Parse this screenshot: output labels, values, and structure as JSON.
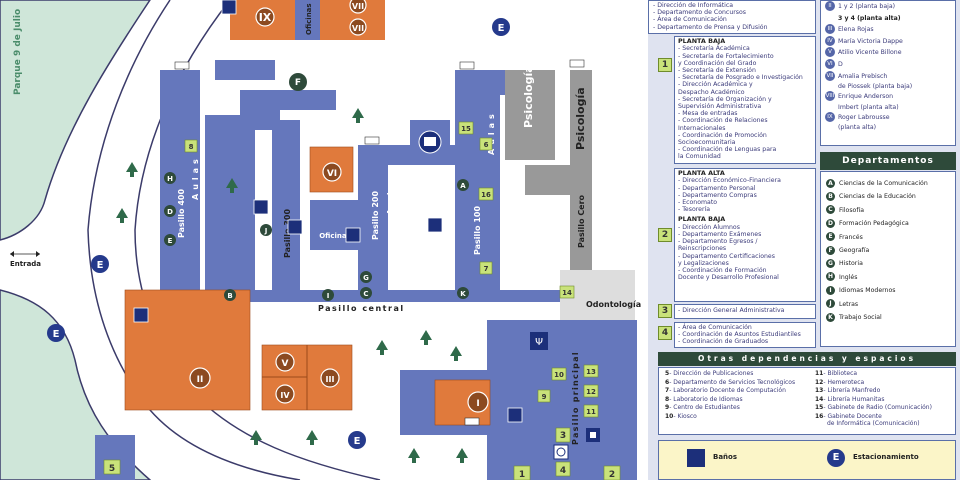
{
  "map": {
    "park_label": "Parque 9 de Julio",
    "entrance_label": "Entrada",
    "corridors": {
      "central": "Pasillo central",
      "principal": "Pasillo principal",
      "p400": "Pasillo 400",
      "p300": "Pasillo 300",
      "p200": "Pasillo 200",
      "p100": "Pasillo 100",
      "cero": "Pasillo Cero"
    },
    "aulas_label": "Aulas",
    "buildings": {
      "oficinas": "Oficinas",
      "psicologia": "Psicología",
      "odontologia": "Odontología"
    },
    "parking_letter": "E",
    "wings": [
      "I",
      "II",
      "III",
      "IV",
      "V",
      "VI",
      "VII",
      "IX"
    ],
    "pasillo_letters": [
      "A",
      "B",
      "C",
      "D",
      "E",
      "F",
      "G",
      "H",
      "I",
      "J",
      "K"
    ],
    "numbers": [
      "1",
      "2",
      "3",
      "4",
      "5",
      "6",
      "7",
      "8",
      "9",
      "10",
      "11",
      "12",
      "13",
      "14",
      "15",
      "16"
    ]
  },
  "sidebar": {
    "top_box": {
      "lines": [
        "- Dirección de Informática",
        "- Departamento de Concursos",
        "- Área de Comunicación",
        "- Departamento de Prensa y Difusión"
      ]
    },
    "box1": {
      "number": "1",
      "header": "PLANTA BAJA",
      "lines": [
        "- Secretaría Académica",
        "- Secretaría de Fortalecimiento",
        "y Coordinación del Grado",
        "- Secretaría de Extensión",
        "- Secretaría de Posgrado e Investigación",
        "- Dirección Académica y",
        "Despacho Académico",
        "- Secretaría de Organización y",
        "Supervisión Administrativa",
        "- Mesa de entradas",
        "- Coordinación de Relaciones",
        "Internacionales",
        "- Coordinación de Promoción",
        "Socioecomunitaria",
        "- Coordinación de Lenguas para",
        "la Comunidad"
      ]
    },
    "box2": {
      "number": "2",
      "header_alta": "PLANTA ALTA",
      "alta": [
        "- Dirección Económico-Financiera",
        "- Departamento Personal",
        "- Departamento Compras",
        "- Economato",
        "- Tesorería"
      ],
      "header_baja": "PLANTA BAJA",
      "baja": [
        "- Dirección Alumnos",
        "- Departamento Exámenes",
        "- Departamento Egresos /",
        "Reinscripciones",
        "- Departamento Certificaciones",
        "y Legalizaciones",
        "- Coordinación de Formación",
        "Docente y Desarrollo Profesional"
      ]
    },
    "box3": {
      "number": "3",
      "line": "- Dirección General Administrativa"
    },
    "box4": {
      "number": "4",
      "lines": [
        "- Área de Comunicación",
        "- Coordinación de Asuntos Estudiantiles",
        "- Coordinación de Graduados"
      ]
    },
    "wings_list": [
      {
        "num": "II",
        "name": "1 y 2 (planta baja)"
      },
      {
        "num": "",
        "name": "3 y 4 (planta alta)"
      },
      {
        "num": "III",
        "name": "Elena Rojas"
      },
      {
        "num": "IV",
        "name": "María Victoria Dappe"
      },
      {
        "num": "V",
        "name": "Atilio Vicente Billone"
      },
      {
        "num": "VI",
        "name": "D"
      },
      {
        "num": "VII",
        "name": "Amalia Prebisch"
      },
      {
        "num": "",
        "name": "de Piossek (planta baja)"
      },
      {
        "num": "VIII",
        "name": "Enrique Anderson"
      },
      {
        "num": "",
        "name": "Imbert (planta alta)"
      },
      {
        "num": "IX",
        "name": "Roger Labrousse"
      },
      {
        "num": "",
        "name": "(planta alta)"
      }
    ],
    "departamentos_title": "Departamentos",
    "departamentos": [
      {
        "letter": "A",
        "name": "Ciencias de la Comunicación"
      },
      {
        "letter": "B",
        "name": "Ciencias de la Educación"
      },
      {
        "letter": "C",
        "name": "Filosofía"
      },
      {
        "letter": "D",
        "name": "Formación Pedagógica"
      },
      {
        "letter": "E",
        "name": "Francés"
      },
      {
        "letter": "F",
        "name": "Geografía"
      },
      {
        "letter": "G",
        "name": "Historia"
      },
      {
        "letter": "H",
        "name": "Inglés"
      },
      {
        "letter": "I",
        "name": "Idiomas Modernos"
      },
      {
        "letter": "J",
        "name": "Letras"
      },
      {
        "letter": "K",
        "name": "Trabajo Social"
      }
    ],
    "otras_title": "Otras dependencias y espacios",
    "otras_left": [
      {
        "n": "5",
        "t": "Dirección de Publicaciones"
      },
      {
        "n": "6",
        "t": "Departamento de Servicios Tecnológicos"
      },
      {
        "n": "7",
        "t": "Laboratorio Docente de Computación"
      },
      {
        "n": "8",
        "t": "Laboratorio de Idiomas"
      },
      {
        "n": "9",
        "t": "Centro de Estudiantes"
      },
      {
        "n": "10",
        "t": "Kiosco"
      }
    ],
    "otras_right": [
      {
        "n": "11",
        "t": "Biblioteca"
      },
      {
        "n": "12",
        "t": "Hemeroteca"
      },
      {
        "n": "13",
        "t": "Librería Manfredo"
      },
      {
        "n": "14",
        "t": "Librería Humanitas"
      },
      {
        "n": "15",
        "t": "Gabinete de Radio (Comunicación)"
      },
      {
        "n": "16",
        "t": "Gabinete Docente"
      },
      {
        "n": "",
        "t": "de Informática (Comunicación)"
      }
    ],
    "legend": {
      "banos": "Baños",
      "estacionamiento": "Estacionamiento"
    }
  },
  "colors": {
    "building": "#6577bc",
    "wing": "#e07a3c",
    "park": "#cfe6d9",
    "green_badge": "#c9e27a",
    "dept_dark": "#2e4a3a"
  }
}
